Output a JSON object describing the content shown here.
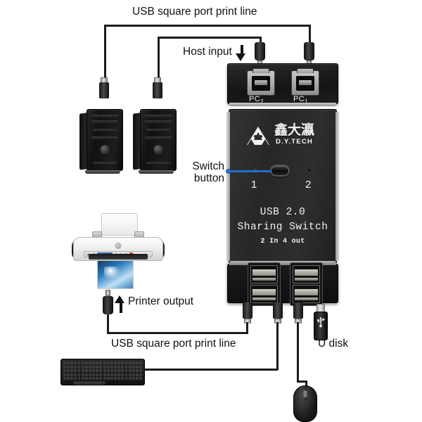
{
  "diagram": {
    "title": "USB 2.0 Sharing Switch connection diagram",
    "labels": {
      "top_print_line": "USB square port print line",
      "host_input": "Host input",
      "switch_button": "Switch\nbutton",
      "printer_output": "Printer output",
      "bottom_print_line": "USB square port print line",
      "u_disk": "U disk"
    },
    "device": {
      "input_ports": [
        {
          "name": "PC2",
          "label_main": "PC",
          "label_sub": "2"
        },
        {
          "name": "PC1",
          "label_main": "PC",
          "label_sub": "1"
        }
      ],
      "brand": {
        "chinese": "鑫大瀛",
        "english": "D.Y.TECH",
        "mark": "triangle-logo"
      },
      "switch": {
        "button_name": "switch-button",
        "channel_labels": [
          "1",
          "2"
        ],
        "active_channel": "1"
      },
      "model_text": {
        "line1": "USB 2.0",
        "line2": "Sharing Switch",
        "line3": "2 In 4 out"
      },
      "output_ports_count": 4,
      "colors": {
        "body": "#2b2b2b",
        "accent_leader": "#1f6fd0",
        "text": "#f2f2f2"
      }
    },
    "peripherals": [
      {
        "name": "pc-tower-left",
        "type": "computer"
      },
      {
        "name": "pc-tower-right",
        "type": "computer"
      },
      {
        "name": "printer",
        "type": "inkjet-printer"
      },
      {
        "name": "keyboard",
        "type": "keyboard"
      },
      {
        "name": "mouse",
        "type": "mouse"
      },
      {
        "name": "u-disk",
        "type": "usb-flash-drive"
      }
    ]
  }
}
